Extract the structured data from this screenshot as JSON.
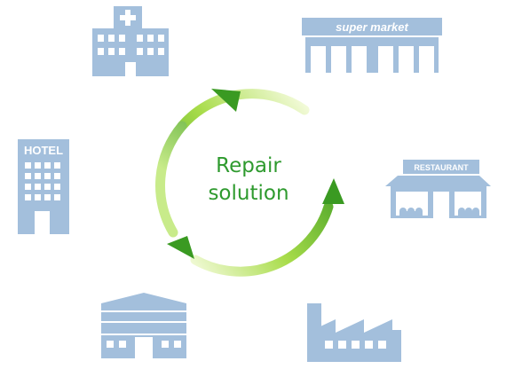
{
  "center": {
    "line1": "Repair",
    "line2": "solution"
  },
  "buildings": {
    "hospital": {
      "name": "hospital-icon",
      "symbol": "+"
    },
    "supermarket": {
      "name": "supermarket-icon",
      "sign": "super market"
    },
    "hotel": {
      "name": "hotel-icon",
      "sign": "HOTEL"
    },
    "restaurant": {
      "name": "restaurant-icon",
      "sign": "RESTAURANT"
    },
    "warehouse": {
      "name": "warehouse-icon"
    },
    "factory": {
      "name": "factory-icon"
    }
  },
  "colors": {
    "building": "#a3bfdc",
    "text_green": "#2e9a2e",
    "arrow_dark": "#3a9a22",
    "arrow_light": "#f2fad8"
  }
}
